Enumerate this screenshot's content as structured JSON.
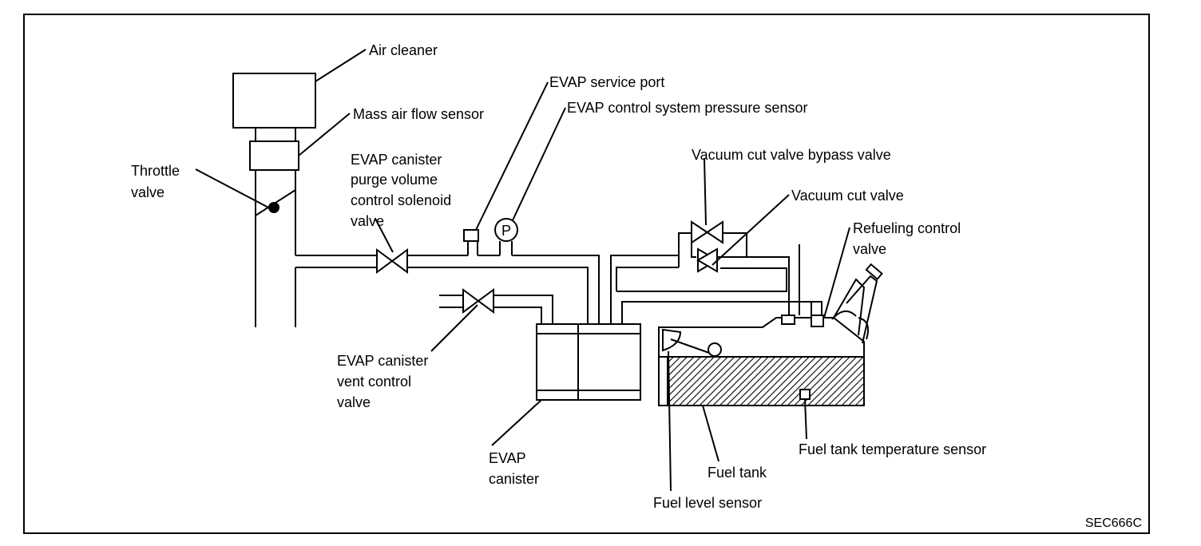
{
  "labels": {
    "air_cleaner": "Air cleaner",
    "mass_air_flow_sensor": "Mass air flow sensor",
    "throttle_valve": [
      "Throttle",
      "valve"
    ],
    "purge_valve": [
      "EVAP canister",
      "purge volume",
      "control solenoid",
      "valve"
    ],
    "service_port": "EVAP service port",
    "pressure_sensor": "EVAP control system pressure sensor",
    "bypass_valve": "Vacuum cut valve bypass valve",
    "vacuum_cut_valve": "Vacuum cut valve",
    "refueling_control_valve": [
      "Refueling control",
      "valve"
    ],
    "vent_control_valve": [
      "EVAP canister",
      "vent control",
      "valve"
    ],
    "evap_canister": [
      "EVAP",
      "canister"
    ],
    "fuel_tank": "Fuel tank",
    "fuel_tank_temp_sensor": "Fuel tank temperature sensor",
    "fuel_level_sensor": "Fuel level sensor",
    "pressure_symbol": "P",
    "figure_code": "SEC666C"
  }
}
